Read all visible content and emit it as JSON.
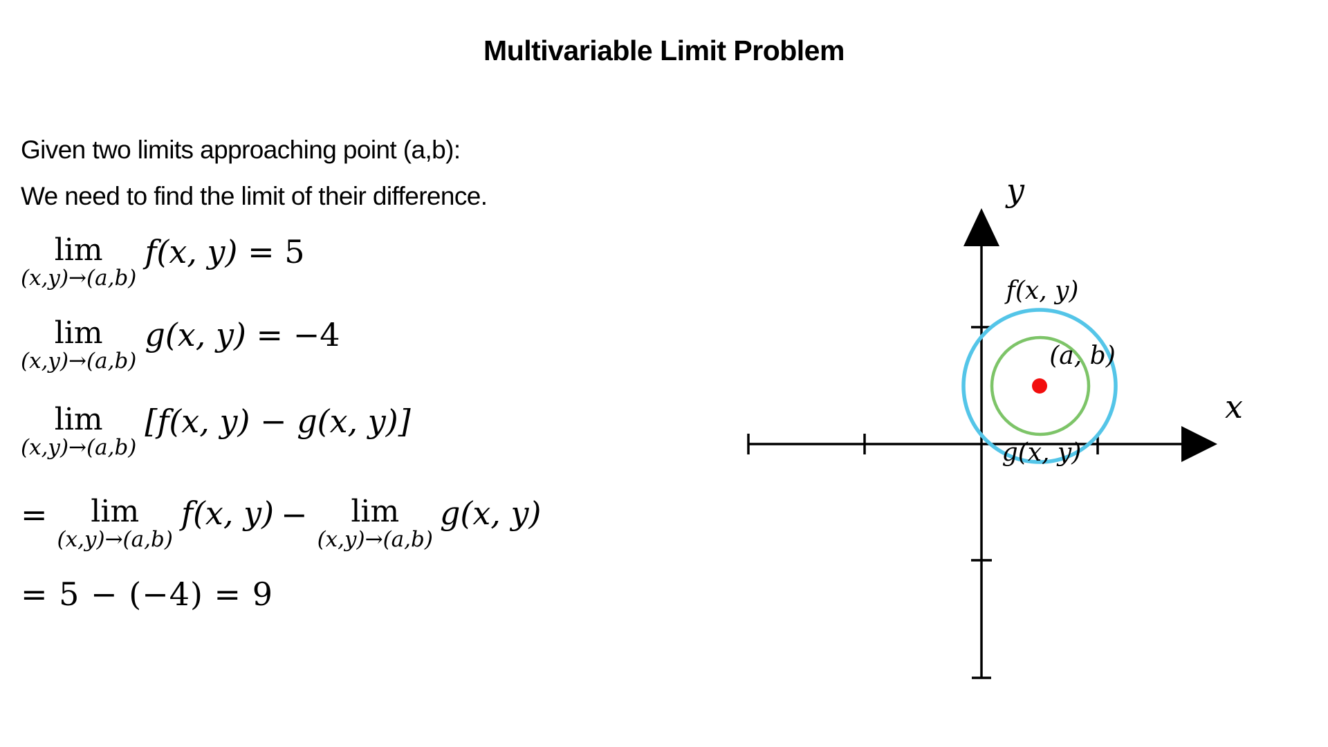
{
  "title": "Multivariable Limit Problem",
  "intro": {
    "line1": "Given two limits approaching point (a,b):",
    "line2": "We need to find the limit of their difference."
  },
  "equations": {
    "eq1": {
      "lim": "lim",
      "sub": "(x,y)→(a,b)",
      "func": "f(x, y)",
      "result": " = 5"
    },
    "eq2": {
      "lim": "lim",
      "sub": "(x,y)→(a,b)",
      "func": "g(x, y)",
      "result": " = −4"
    },
    "eq3": {
      "lim": "lim",
      "sub": "(x,y)→(a,b)",
      "expr": "[f(x, y) − g(x, y)]"
    },
    "eq4": {
      "equals": "=",
      "lim1": "lim",
      "sub1": "(x,y)→(a,b)",
      "func1": "f(x, y)",
      "minus": "−",
      "lim2": "lim",
      "sub2": "(x,y)→(a,b)",
      "func2": "g(x, y)"
    },
    "eq5": {
      "text": "= 5 − (−4) = 9"
    }
  },
  "diagram": {
    "labels": {
      "y_axis": "y",
      "x_axis": "x",
      "f": "f(x, y)",
      "point": "(a, b)",
      "g": "g(x, y)"
    },
    "colors": {
      "outer_circle": "#54c5e8",
      "inner_circle": "#7dc468",
      "point": "#f20d0d",
      "axis": "#000000"
    }
  }
}
